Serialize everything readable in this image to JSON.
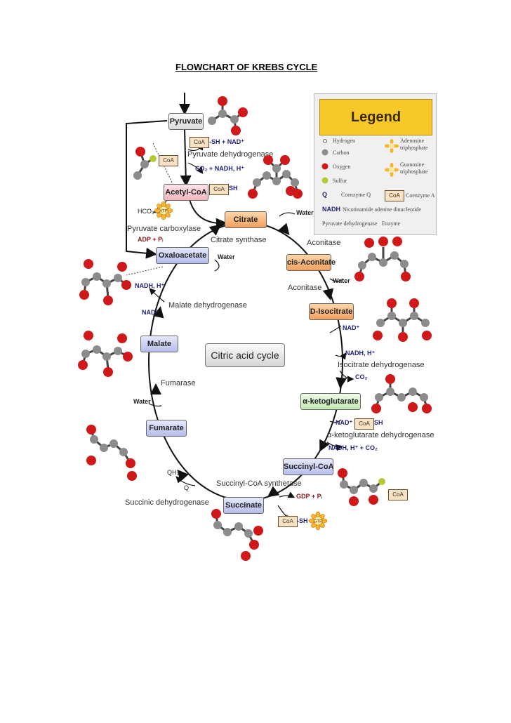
{
  "title": "FLOWCHART OF KREBS CYCLE",
  "center_label": "Citric acid cycle",
  "metabolites": {
    "pyruvate": "Pyruvate",
    "acetyl_coa": "Acetyl-CoA",
    "citrate": "Citrate",
    "cis_aconitate": "cis-Aconitate",
    "d_isocitrate": "D-Isocitrate",
    "alpha_ketoglutarate": "α-ketoglutarate",
    "succinyl_coa": "Succinyl-CoA",
    "succinate": "Succinate",
    "fumarate": "Fumarate",
    "malate": "Malate",
    "oxaloacetate": "Oxaloacetate"
  },
  "enzymes": {
    "pyruvate_dehydrogenase": "Pyruvate dehydrogenase",
    "pyruvate_carboxylase": "Pyruvate carboxylase",
    "citrate_synthase": "Citrate synthase",
    "aconitase_1": "Aconitase",
    "aconitase_2": "Aconitase",
    "isocitrate_dehydrogenase": "Isocitrate dehydrogenase",
    "akg_dehydrogenase": "α-ketoglutarate dehydrogenase",
    "succinyl_coa_synthetase": "Succinyl-CoA synthetase",
    "succinic_dehydrogenase": "Succinic dehydrogenase",
    "fumarase": "Fumarase",
    "malate_dehydrogenase": "Malate dehydrogenase"
  },
  "cofactors": {
    "sh_nad_top": "-SH + NAD⁺",
    "co2_nadh": "CO₂ + NADH, H⁺",
    "acetyl_sh": "SH",
    "hco3": "HCO₃⁻ +",
    "adp_pi": "ADP + Pᵢ",
    "water_citrate": "Water",
    "water_oxalo": "Water",
    "water_cis": "Water",
    "nad_isocitrate": "NAD⁺",
    "nadh_isocitrate": "NADH, H⁺",
    "co2_isocitrate": "CO₂",
    "nad_akg": "NAD⁺ +",
    "akg_sh": "SH",
    "nadh_co2_akg": "NADH, H⁺ + CO₂",
    "gdp_pi": "GDP + Pᵢ",
    "succ_sh": "-SH +",
    "qh2": "QH₂",
    "q": "Q",
    "water_fumarase": "Water",
    "nadh_malate": "NADH, H⁺",
    "nad_malate": "NAD⁺",
    "coa": "CoA",
    "atp": "ATP",
    "gtp": "GTP"
  },
  "legend": {
    "title": "Legend",
    "hydrogen": "Hydrogen",
    "carbon": "Carbon",
    "oxygen": "Oxygen",
    "sulfur": "Sulfur",
    "q_symbol": "Q",
    "coenzyme_q": "Coenzyme Q",
    "nadh_symbol": "NADH",
    "nadh_desc": "Nicotinamide adenine dinucleotide",
    "enzyme_example": "Pyruvate dehydrogenase",
    "enzyme_label": "Enzyme",
    "atp_desc": "Adenosine triphosphate",
    "gtp_desc": "Guanosine triphosphate",
    "coa_label": "CoA",
    "coa_desc": "Coenzyme A"
  },
  "colors": {
    "carbon": "#8c8c8c",
    "oxygen": "#d01818",
    "sulfur": "#b8c830",
    "legend_header": "#f6c928",
    "atp_flower": "#f5b52e"
  }
}
